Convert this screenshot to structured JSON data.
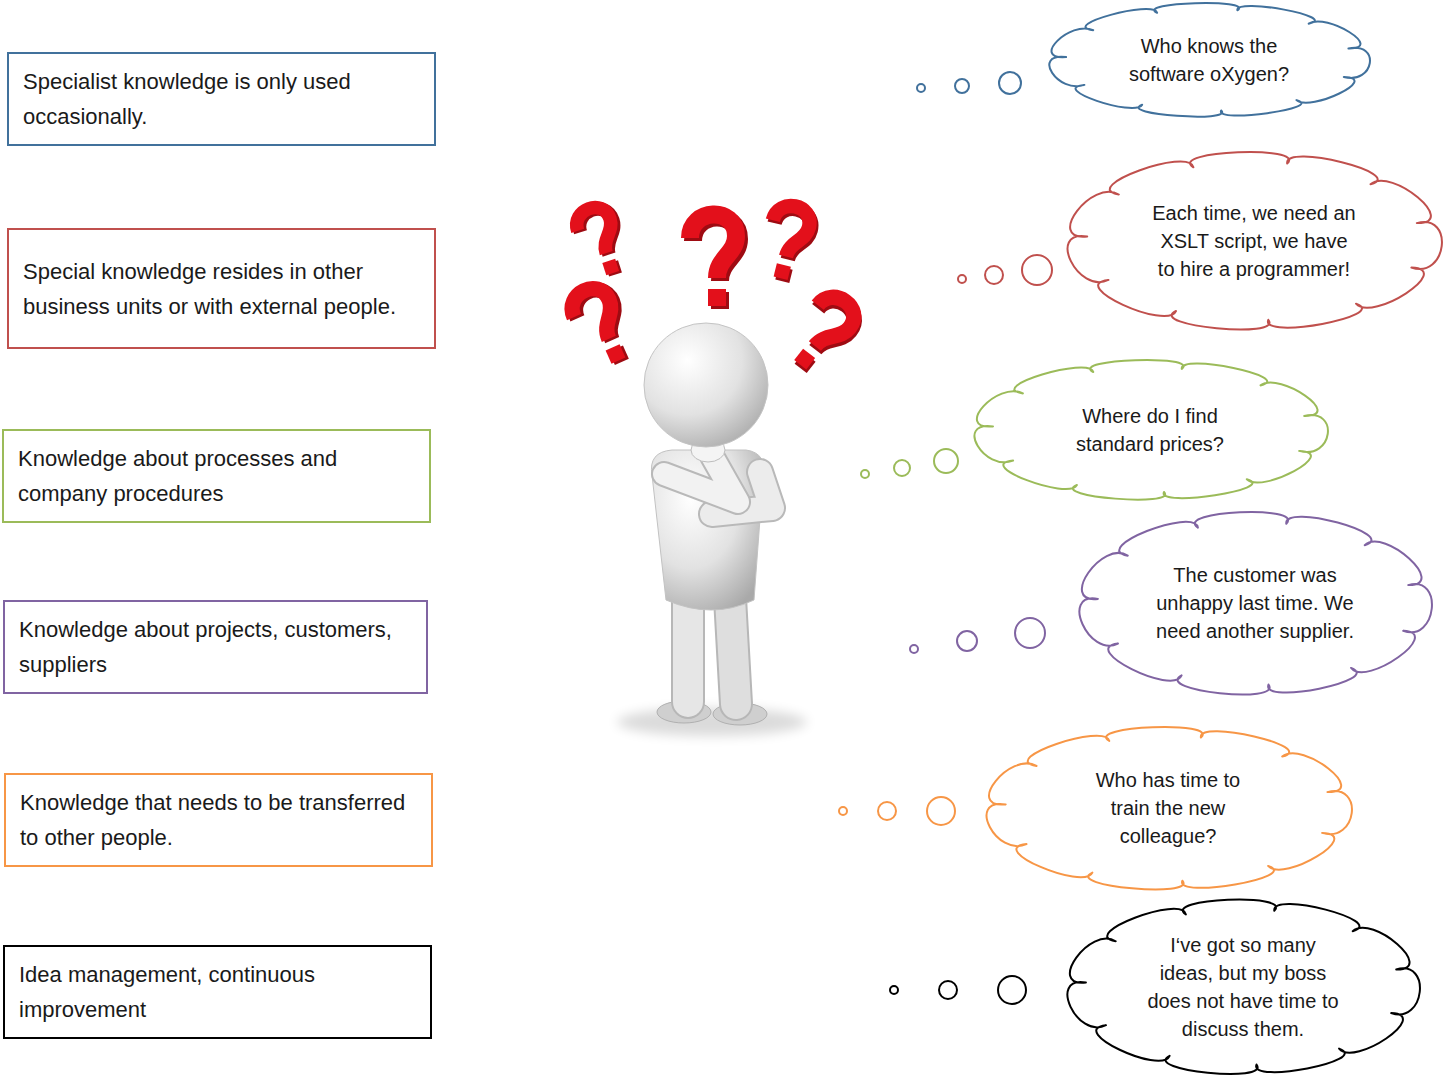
{
  "diagram": {
    "nodes": [
      {
        "text": [
          "Specialist knowledge is only used occasionally."
        ]
      },
      {
        "text": [
          "Who knows the software oXygen?"
        ]
      },
      {
        "text": [
          "Special knowledge resides in other business units or with external people."
        ]
      },
      {
        "text": [
          "Each time, we need an XSLT script, we have to hire a programmer!"
        ]
      },
      {
        "text": [
          "Knowledge about processes and company procedures"
        ]
      },
      {
        "text": [
          "Where do I find standard prices?"
        ]
      },
      {
        "text": [
          "Knowledge about projects, customers, suppliers"
        ]
      },
      {
        "text": [
          "The customer was unhappy last time. We need another supplier."
        ]
      },
      {
        "text": [
          "Knowledge that needs to be transferred to other people."
        ]
      },
      {
        "text": [
          "Who has time to train the new colleague?"
        ]
      },
      {
        "text": [
          "Idea management, continuous improvement"
        ]
      },
      {
        "text": [
          "I‘ve got so many ideas, but my boss does not have time to discuss them."
        ]
      }
    ]
  }
}
